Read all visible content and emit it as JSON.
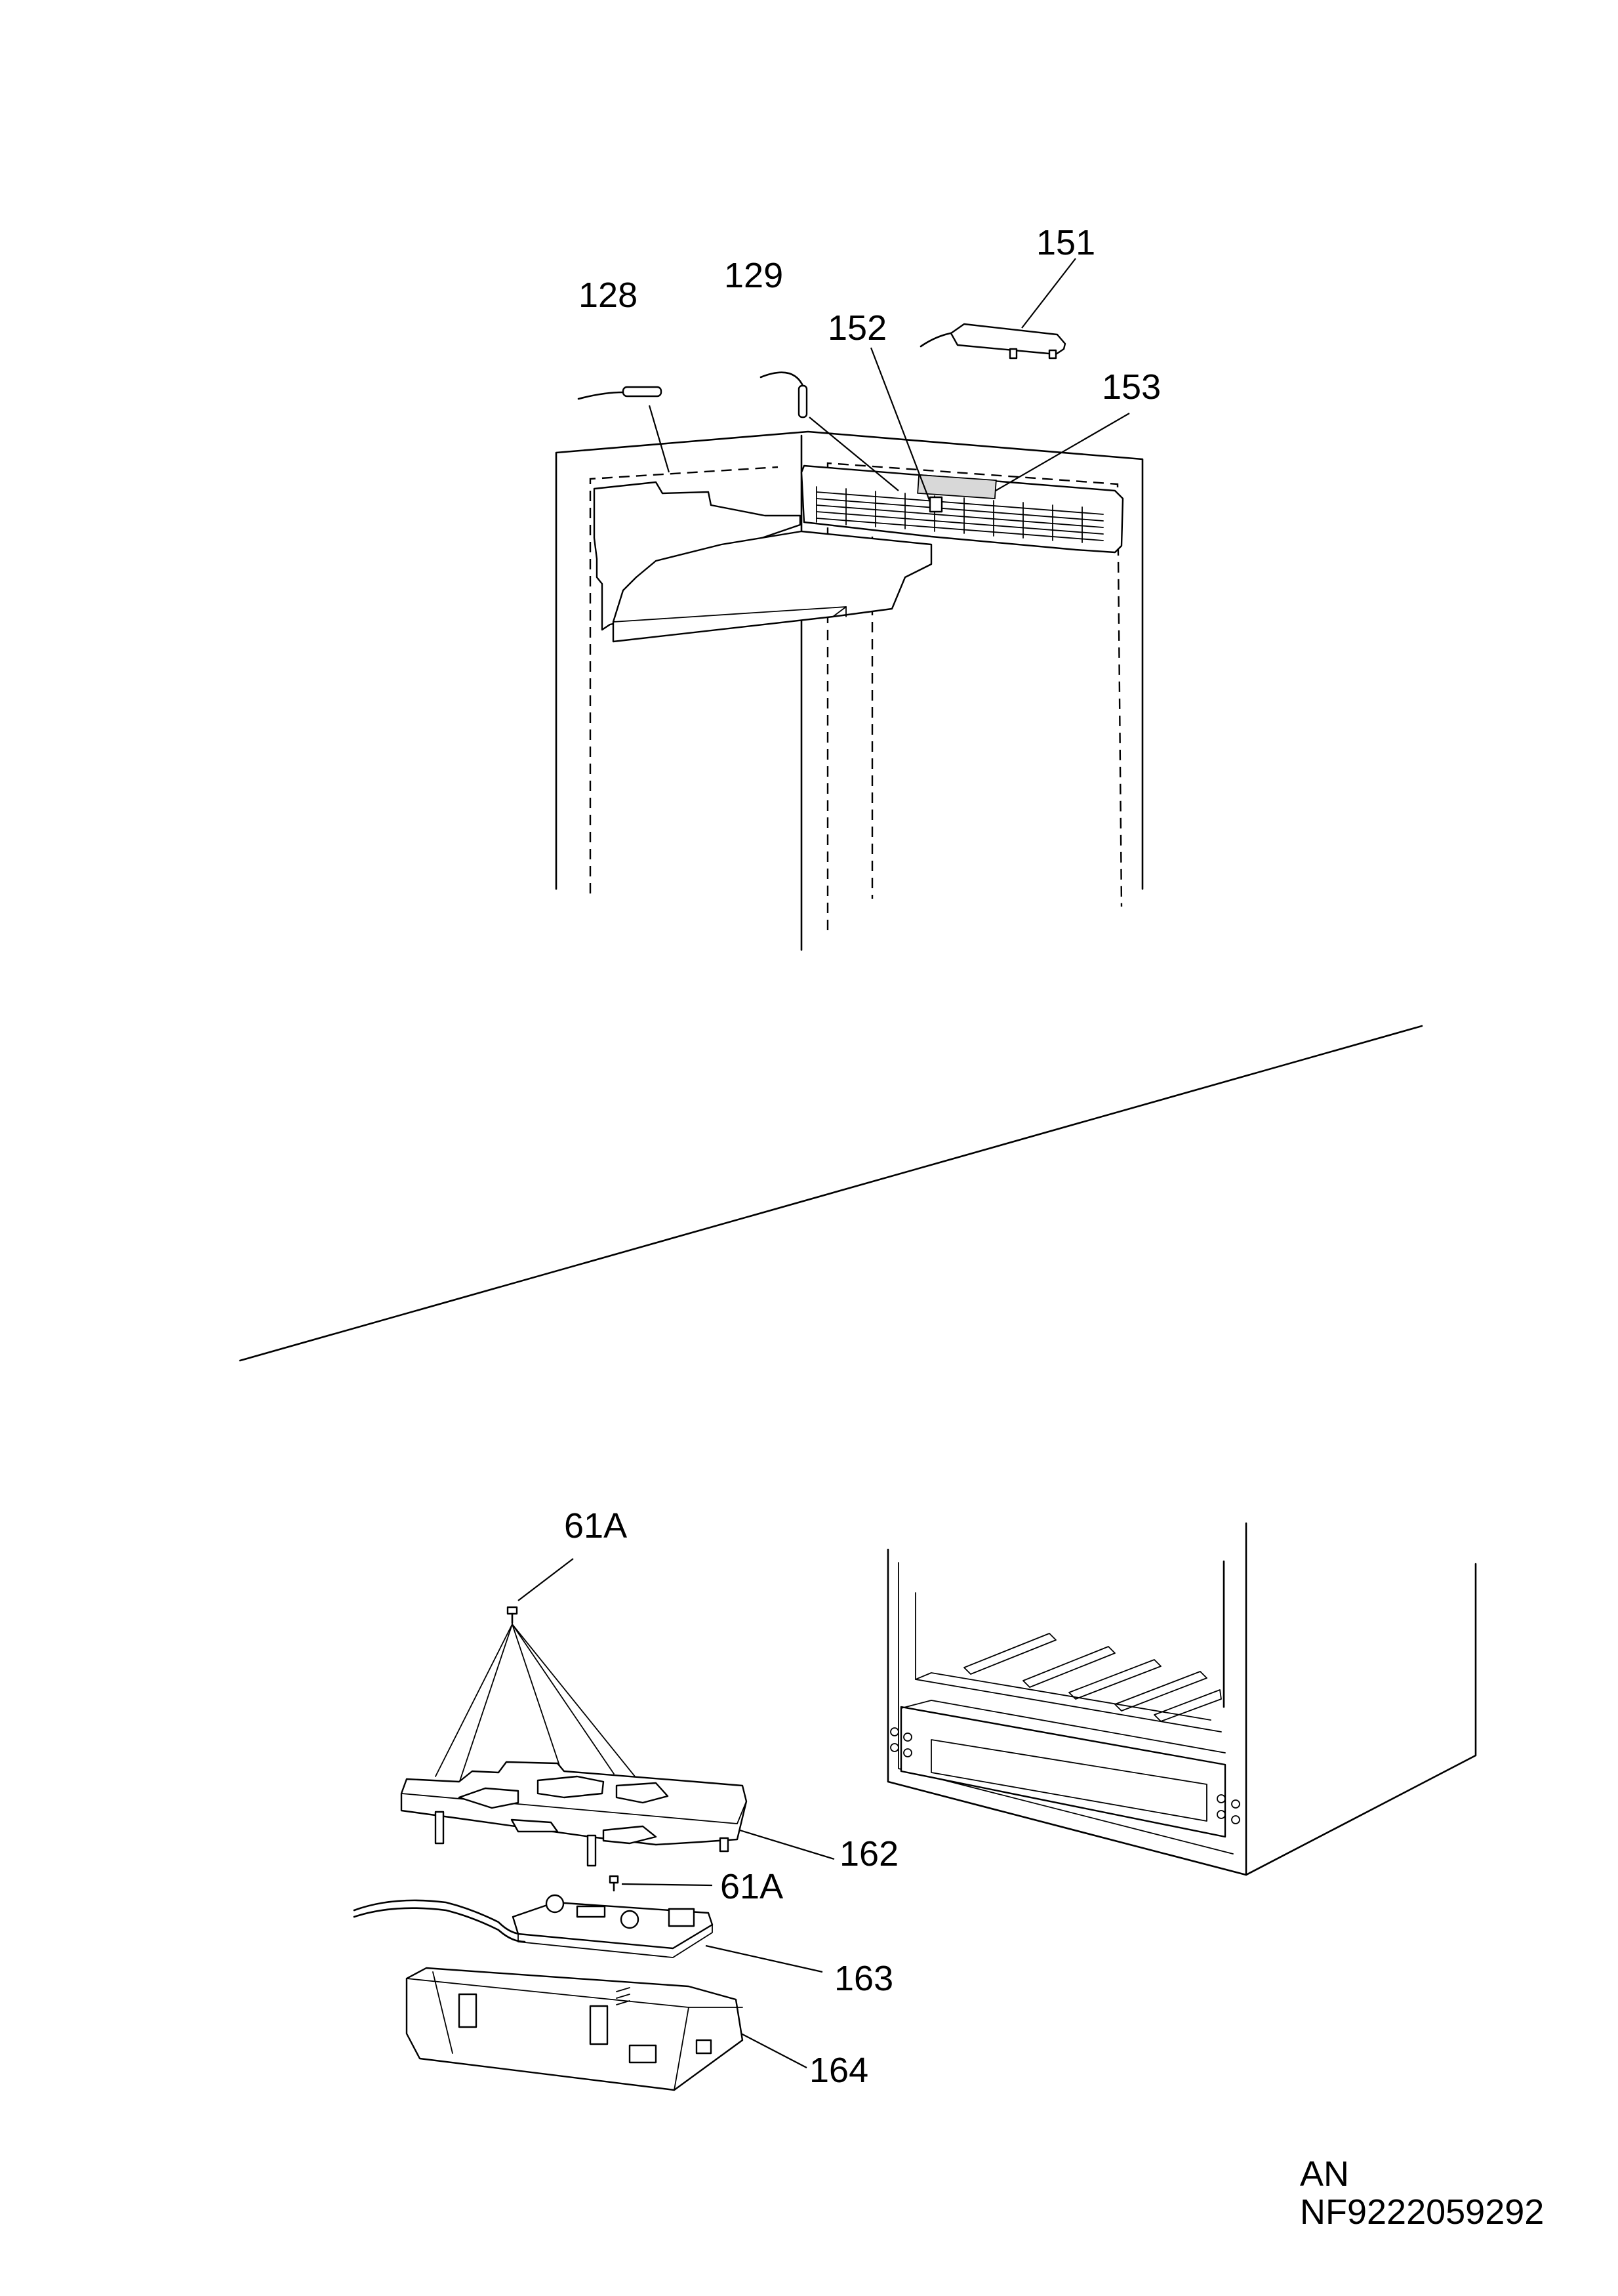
{
  "parts": {
    "p128": "128",
    "p129": "129",
    "p151": "151",
    "p152": "152",
    "p153": "153",
    "p61a_top": "61A",
    "p162": "162",
    "p61a_mid": "61A",
    "p163": "163",
    "p164": "164"
  },
  "footer": {
    "line1": "AN",
    "line2": "NF9222059292"
  }
}
